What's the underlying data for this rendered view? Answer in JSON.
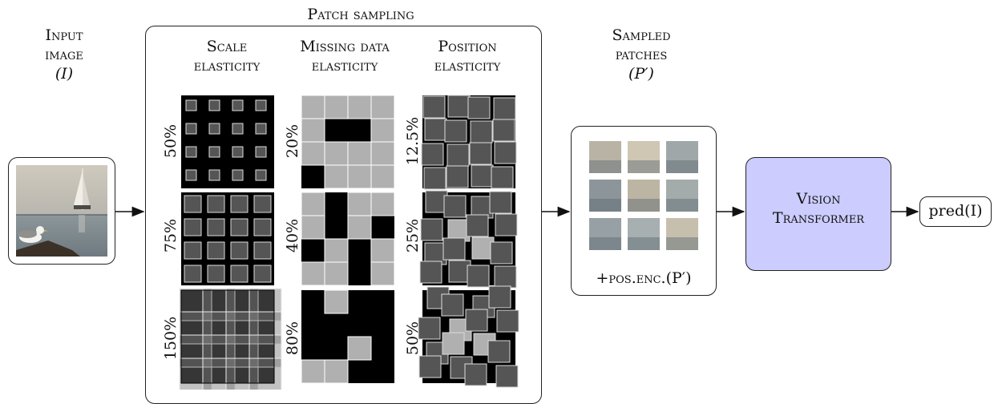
{
  "input": {
    "title": "Input",
    "subtitle": "image",
    "symbol": "(I)"
  },
  "patch_sampling": {
    "title": "Patch sampling",
    "columns": [
      {
        "line1": "Scale",
        "line2": "elasticity",
        "rows": [
          {
            "label": "50%"
          },
          {
            "label": "75%"
          },
          {
            "label": "150%"
          }
        ]
      },
      {
        "line1": "Missing data",
        "line2": "elasticity",
        "rows": [
          {
            "label": "20%"
          },
          {
            "label": "40%"
          },
          {
            "label": "80%"
          }
        ]
      },
      {
        "line1": "Position",
        "line2": "elasticity",
        "rows": [
          {
            "label": "12.5%"
          },
          {
            "label": "25%"
          },
          {
            "label": "50%"
          }
        ]
      }
    ]
  },
  "sampled": {
    "title": "Sampled",
    "subtitle": "patches",
    "symbol": "(P′)",
    "pos_enc": "+pos.enc.(P′)"
  },
  "model": {
    "line1": "Vision",
    "line2": "Transformer",
    "fill": "#ccccff"
  },
  "output": {
    "label": "pred(I)"
  },
  "colors": {
    "patch_dark": "#555555",
    "patch_light": "#b0b0b0",
    "background_black": "#000000",
    "grid_line": "#ffffff",
    "photo_sky": "#c9c4b8",
    "photo_water": "#7f8a90"
  }
}
